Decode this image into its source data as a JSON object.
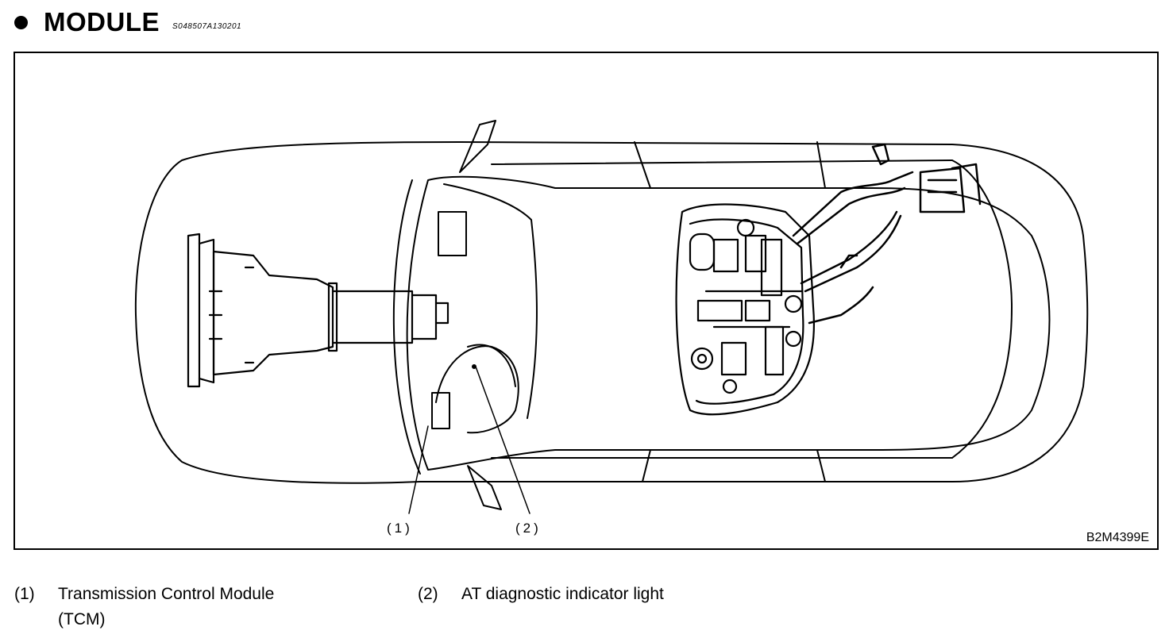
{
  "header": {
    "title": "MODULE",
    "code": "S048507A130201"
  },
  "figure": {
    "code": "B2M4399E",
    "callouts": [
      {
        "label": "(1)"
      },
      {
        "label": "(2)"
      }
    ]
  },
  "legend": [
    {
      "num": "(1)",
      "text_line1": "Transmission Control Module",
      "text_line2": "(TCM)"
    },
    {
      "num": "(2)",
      "text_line1": "AT diagnostic indicator light"
    }
  ]
}
